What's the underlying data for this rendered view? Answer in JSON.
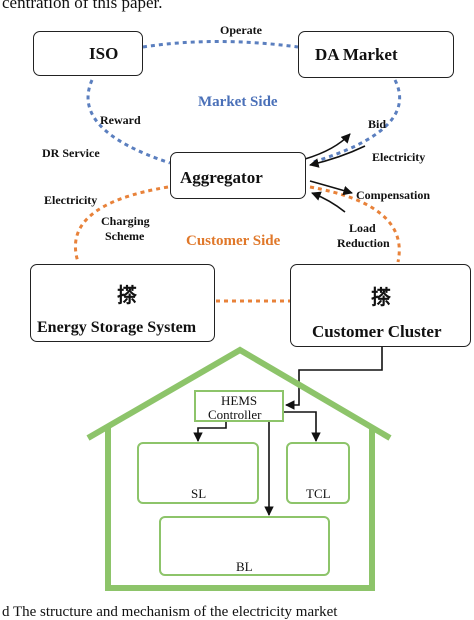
{
  "caption_top": "centration of this paper.",
  "caption_bottom": "d The structure and mechanism of the electricity market",
  "iso": {
    "label": "ISO"
  },
  "da_market": {
    "label": "DA Market"
  },
  "aggregator": {
    "label": "Aggregator"
  },
  "ess": {
    "label": "Energy Storage System"
  },
  "customer_cluster": {
    "label": "Customer Cluster"
  },
  "sides": {
    "market": "Market Side",
    "customer": "Customer Side"
  },
  "flows": {
    "operate": "Operate",
    "reward": "Reward",
    "dr_service": "DR Service",
    "bid": "Bid",
    "electricity_right": "Electricity",
    "compensation": "Compensation",
    "electricity_left": "Electricity",
    "charging_line1": "Charging",
    "charging_line2": "Scheme",
    "load_line1": "Load",
    "load_line2": "Reduction"
  },
  "hems": {
    "line1": "HEMS",
    "line2": "Controller"
  },
  "groups": {
    "sl": "SL",
    "tcl": "TCL",
    "bl": "BL"
  },
  "symbols": {
    "mutual": "搽"
  },
  "colors": {
    "market_dash": "#5b7fbf",
    "customer_dash": "#e8823a",
    "house_green": "#8dc46a",
    "side_blue": "#4a70b8",
    "side_orange": "#e0782a"
  },
  "icons": [
    "chart-icon",
    "dashboard-icon",
    "person-icon",
    "battery-icon",
    "house-icon",
    "water-heater-icon",
    "heater-icon",
    "washing-machine-icon",
    "air-conditioner-icon",
    "rice-cooker-icon",
    "computer-icon",
    "lamp-icon",
    "refrigerator-icon"
  ]
}
